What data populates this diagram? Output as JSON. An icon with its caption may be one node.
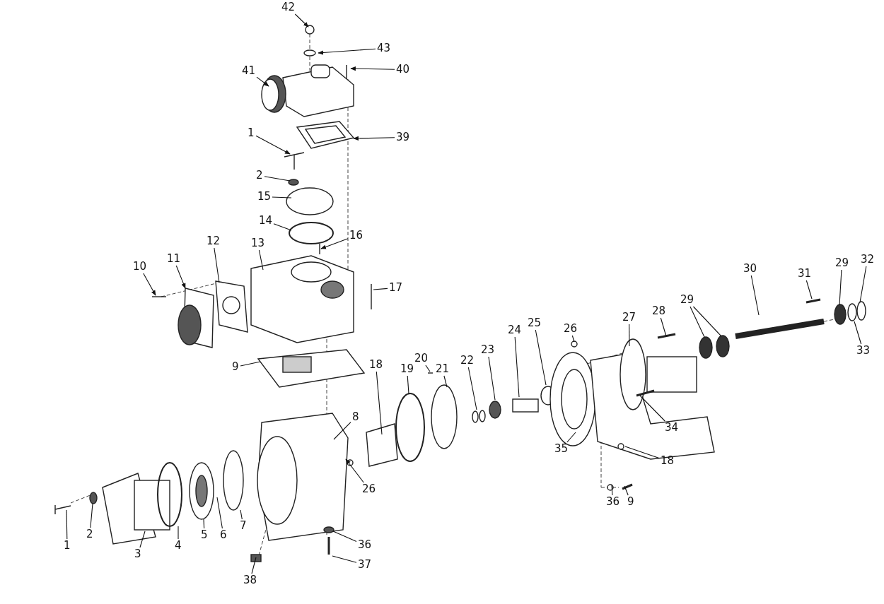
{
  "diagram": {
    "nodes": [
      {
        "text": [
          "42"
        ]
      },
      {
        "text": [
          "43"
        ]
      },
      {
        "text": [
          "41"
        ]
      },
      {
        "text": [
          "40"
        ]
      },
      {
        "text": [
          "39"
        ]
      },
      {
        "text": [
          "1"
        ]
      },
      {
        "text": [
          "2"
        ]
      },
      {
        "text": [
          "15"
        ]
      },
      {
        "text": [
          "14"
        ]
      },
      {
        "text": [
          "16"
        ]
      },
      {
        "text": [
          "13"
        ]
      },
      {
        "text": [
          "12"
        ]
      },
      {
        "text": [
          "11"
        ]
      },
      {
        "text": [
          "10"
        ]
      },
      {
        "text": [
          "17"
        ]
      },
      {
        "text": [
          "9"
        ]
      },
      {
        "text": [
          "20"
        ]
      },
      {
        "text": [
          "29"
        ]
      },
      {
        "text": [
          "28"
        ]
      },
      {
        "text": [
          "27"
        ]
      },
      {
        "text": [
          "26"
        ]
      },
      {
        "text": [
          "24"
        ]
      },
      {
        "text": [
          "25"
        ]
      },
      {
        "text": [
          "23"
        ]
      },
      {
        "text": [
          "22"
        ]
      },
      {
        "text": [
          "21"
        ]
      },
      {
        "text": [
          "19"
        ]
      },
      {
        "text": [
          "18"
        ]
      },
      {
        "text": [
          "8"
        ]
      },
      {
        "text": [
          "26"
        ]
      },
      {
        "text": [
          "35"
        ]
      },
      {
        "text": [
          "34"
        ]
      },
      {
        "text": [
          "18"
        ]
      },
      {
        "text": [
          "36"
        ]
      },
      {
        "text": [
          "9"
        ]
      },
      {
        "text": [
          "1"
        ]
      },
      {
        "text": [
          "2"
        ]
      },
      {
        "text": [
          "3"
        ]
      },
      {
        "text": [
          "4"
        ]
      },
      {
        "text": [
          "5"
        ]
      },
      {
        "text": [
          "6"
        ]
      },
      {
        "text": [
          "7"
        ]
      },
      {
        "text": [
          "36"
        ]
      },
      {
        "text": [
          "37"
        ]
      },
      {
        "text": [
          "38"
        ]
      },
      {
        "text": [
          "30"
        ]
      },
      {
        "text": [
          "31"
        ]
      },
      {
        "text": [
          "29"
        ]
      },
      {
        "text": [
          "32"
        ]
      },
      {
        "text": [
          "33"
        ]
      }
    ],
    "edges": [
      {
        "from": 0,
        "to": null,
        "arrow": "to"
      },
      {
        "from": 1,
        "to": null,
        "arrow": "to"
      },
      {
        "from": 2,
        "to": null,
        "arrow": "to"
      },
      {
        "from": 3,
        "to": null,
        "arrow": "to"
      },
      {
        "from": 4,
        "to": null,
        "arrow": "to"
      },
      {
        "from": 5,
        "to": null,
        "arrow": "to"
      },
      {
        "from": 6,
        "to": null,
        "arrow": "none"
      },
      {
        "from": 7,
        "to": null,
        "arrow": "none"
      },
      {
        "from": 8,
        "to": null,
        "arrow": "none"
      },
      {
        "from": 9,
        "to": null,
        "arrow": "to"
      },
      {
        "from": 10,
        "to": null,
        "arrow": "none"
      },
      {
        "from": 11,
        "to": null,
        "arrow": "none"
      },
      {
        "from": 12,
        "to": null,
        "arrow": "to"
      },
      {
        "from": 13,
        "to": null,
        "arrow": "to"
      },
      {
        "from": 14,
        "to": null,
        "arrow": "none"
      },
      {
        "from": 15,
        "to": null,
        "arrow": "none"
      },
      {
        "from": 16,
        "to": null,
        "arrow": "none"
      },
      {
        "from": 17,
        "to": null,
        "arrow": "none"
      },
      {
        "from": 17,
        "to": null,
        "arrow": "none"
      },
      {
        "from": 18,
        "to": null,
        "arrow": "none"
      },
      {
        "from": 19,
        "to": null,
        "arrow": "none"
      },
      {
        "from": 20,
        "to": null,
        "arrow": "none"
      },
      {
        "from": 21,
        "to": null,
        "arrow": "none"
      },
      {
        "from": 22,
        "to": null,
        "arrow": "none"
      },
      {
        "from": 23,
        "to": null,
        "arrow": "none"
      },
      {
        "from": 24,
        "to": null,
        "arrow": "none"
      },
      {
        "from": 25,
        "to": null,
        "arrow": "none"
      },
      {
        "from": 26,
        "to": null,
        "arrow": "none"
      },
      {
        "from": 27,
        "to": null,
        "arrow": "none"
      },
      {
        "from": 28,
        "to": null,
        "arrow": "none"
      },
      {
        "from": 29,
        "to": null,
        "arrow": "to"
      },
      {
        "from": 30,
        "to": null,
        "arrow": "none"
      },
      {
        "from": 31,
        "to": null,
        "arrow": "none"
      },
      {
        "from": 32,
        "to": null,
        "arrow": "none"
      },
      {
        "from": 33,
        "to": null,
        "arrow": "none"
      },
      {
        "from": 34,
        "to": null,
        "arrow": "none"
      },
      {
        "from": 35,
        "to": null,
        "arrow": "none"
      },
      {
        "from": 36,
        "to": null,
        "arrow": "none"
      },
      {
        "from": 37,
        "to": null,
        "arrow": "none"
      },
      {
        "from": 38,
        "to": null,
        "arrow": "none"
      },
      {
        "from": 39,
        "to": null,
        "arrow": "none"
      },
      {
        "from": 40,
        "to": null,
        "arrow": "none"
      },
      {
        "from": 41,
        "to": null,
        "arrow": "none"
      },
      {
        "from": 42,
        "to": null,
        "arrow": "none"
      },
      {
        "from": 43,
        "to": null,
        "arrow": "none"
      },
      {
        "from": 44,
        "to": null,
        "arrow": "none"
      },
      {
        "from": 45,
        "to": null,
        "arrow": "none"
      },
      {
        "from": 46,
        "to": null,
        "arrow": "none"
      },
      {
        "from": 47,
        "to": null,
        "arrow": "none"
      },
      {
        "from": 48,
        "to": null,
        "arrow": "none"
      },
      {
        "from": 49,
        "to": null,
        "arrow": "none"
      }
    ]
  }
}
